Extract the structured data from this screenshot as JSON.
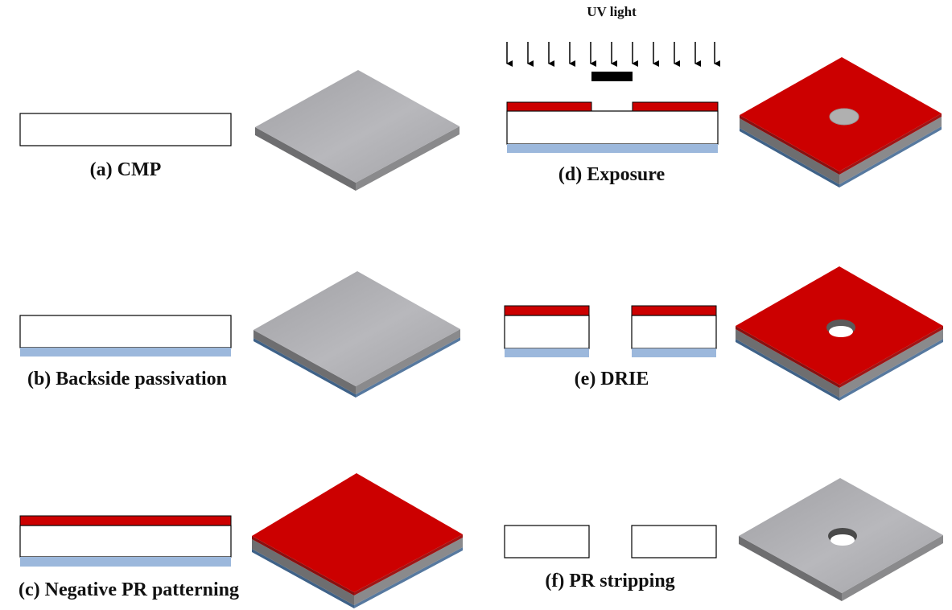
{
  "steps": [
    {
      "label": "(a) CMP"
    },
    {
      "label": "(b) Backside passivation"
    },
    {
      "label": "(c) Negative PR patterning"
    },
    {
      "label": "(d) Exposure"
    },
    {
      "label": "(e) DRIE"
    },
    {
      "label": "(f) PR stripping"
    }
  ],
  "uv_label": "UV light",
  "colors": {
    "photoresist": "#cc0000",
    "passivation": "#9cb8dc",
    "substrate_top": "#ababab",
    "substrate_side": "#707070",
    "outline": "#000000"
  }
}
